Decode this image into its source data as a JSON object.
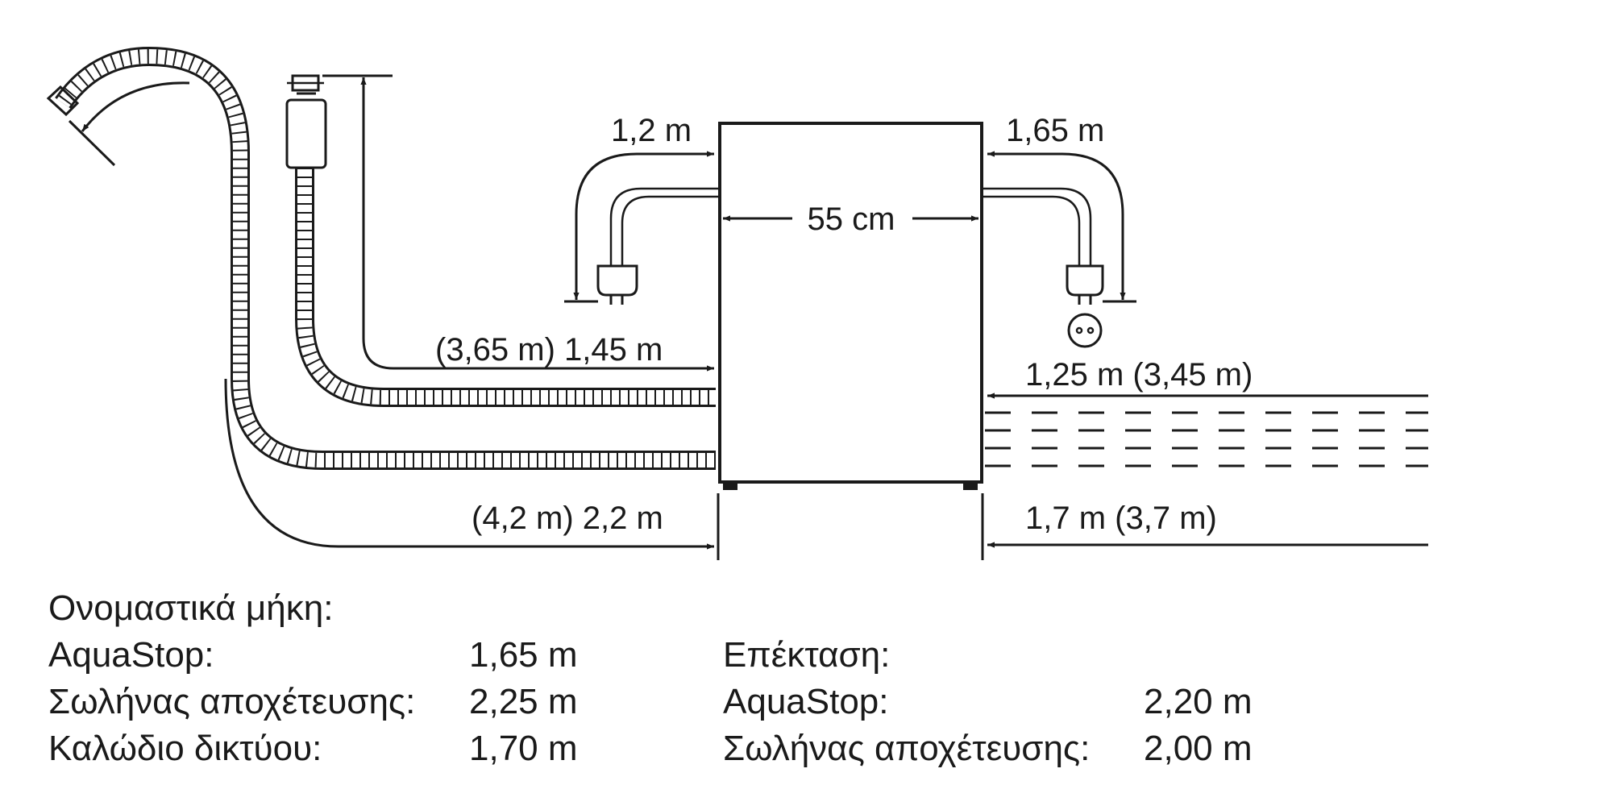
{
  "diagram": {
    "width_label": "55 cm",
    "power_cable_left": "1,2 m",
    "power_cable_right": "1,65 m",
    "hose_upper_left": "(3,65 m) 1,45 m",
    "hose_lower_left": "(4,2 m) 2,2 m",
    "hose_upper_right": "1,25 m (3,45 m)",
    "hose_lower_right": "1,7 m (3,7 m)"
  },
  "nominal": {
    "heading": "Ονομαστικά μήκη:",
    "rows": [
      {
        "label": "AquaStop:",
        "value": "1,65 m"
      },
      {
        "label": "Σωλήνας αποχέτευσης:",
        "value": "2,25 m"
      },
      {
        "label": "Καλώδιο δικτύου:",
        "value": "1,70 m"
      }
    ]
  },
  "extension": {
    "heading": "Επέκταση:",
    "rows": [
      {
        "label": "AquaStop:",
        "value": "2,20 m"
      },
      {
        "label": "Σωλήνας αποχέτευσης:",
        "value": "2,00 m"
      }
    ]
  }
}
